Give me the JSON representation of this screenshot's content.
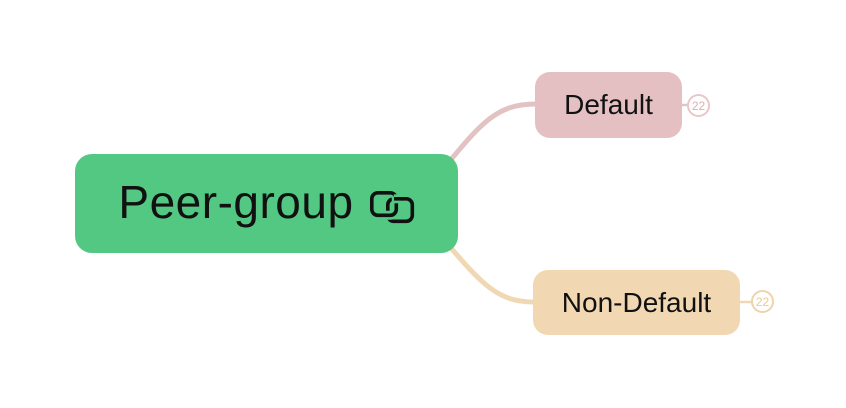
{
  "canvas": {
    "background": "#ffffff"
  },
  "root_topic": {
    "label": "Peer-group",
    "fill": "#52C882",
    "text_color": "#111111",
    "icon": "linked-topics-icon"
  },
  "branches": [
    {
      "label": "Default",
      "fill": "#E5C0C2",
      "curve_color": "#E3C2C3",
      "badge": {
        "value": "22",
        "color": "#EAC6C8"
      }
    },
    {
      "label": "Non-Default",
      "fill": "#F2D8B2",
      "curve_color": "#F0D8B4",
      "badge": {
        "value": "22",
        "color": "#EFD3AA"
      }
    }
  ]
}
